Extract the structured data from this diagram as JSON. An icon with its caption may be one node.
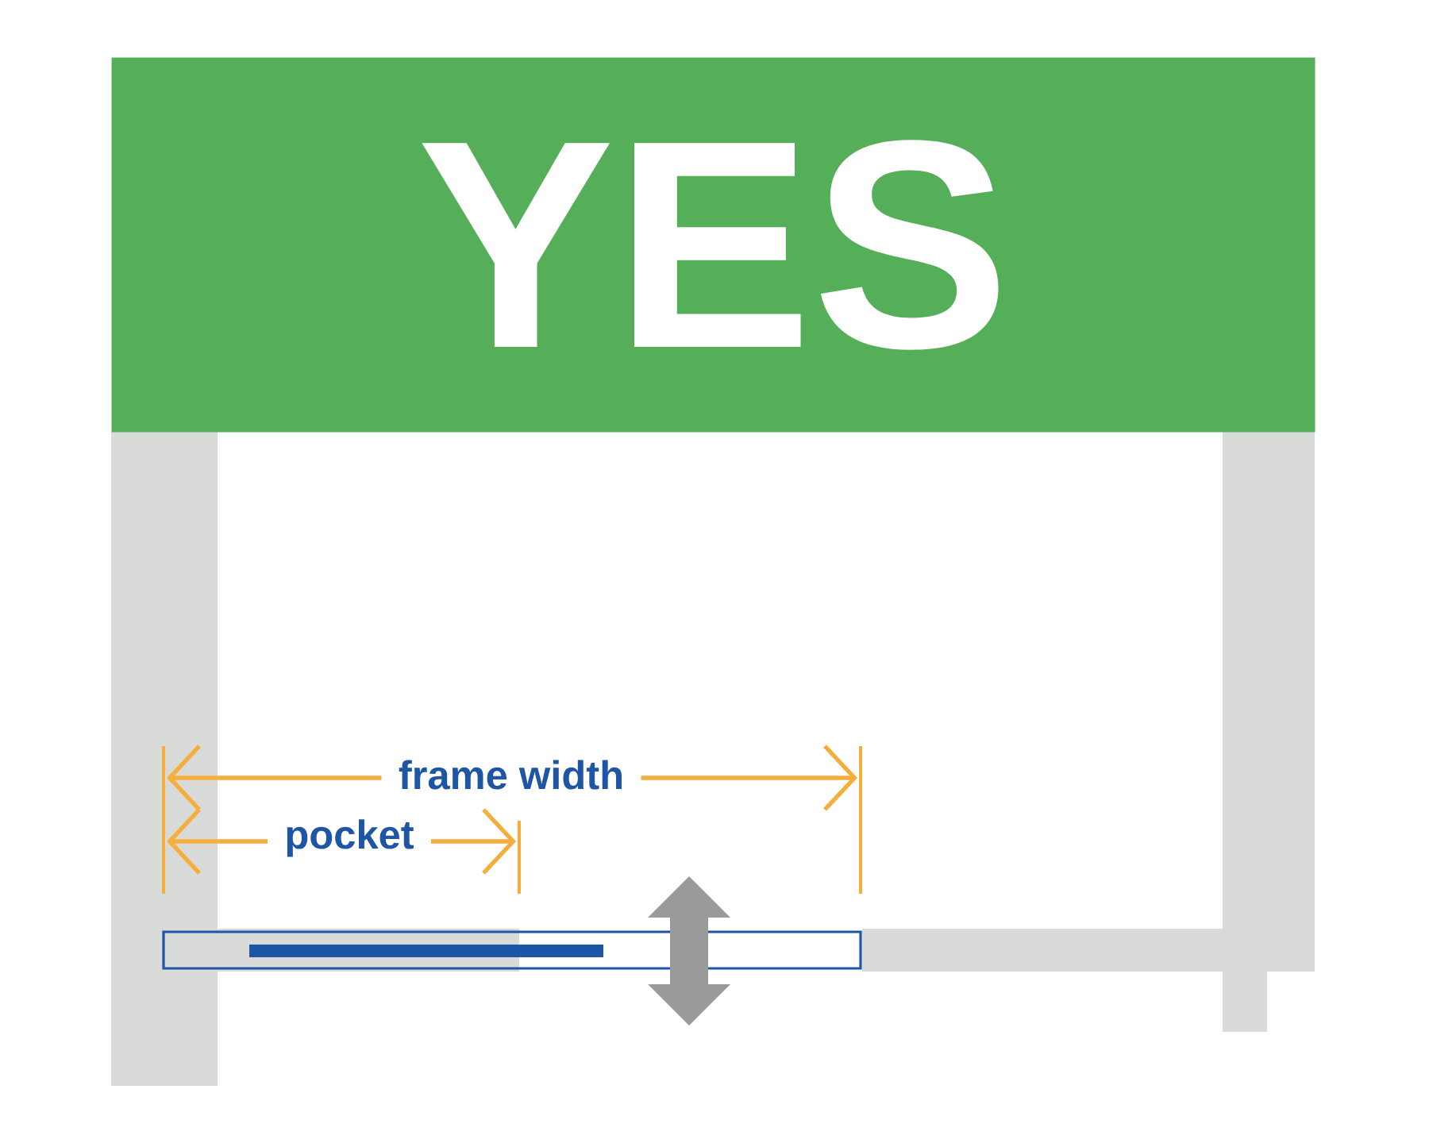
{
  "diagram": {
    "nodes": [
      {
        "text": [
          "YES"
        ]
      }
    ],
    "labels": [
      "frame width",
      "pocket"
    ]
  }
}
